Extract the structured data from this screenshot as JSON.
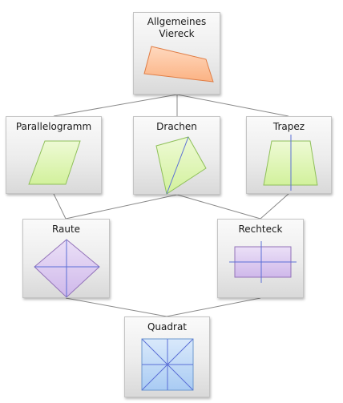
{
  "diagram": {
    "nodes": {
      "allgemeines_viereck": {
        "label_line1": "Allgemeines",
        "label_line2": "Viereck"
      },
      "parallelogramm": {
        "label": "Parallelogramm"
      },
      "drachen": {
        "label": "Drachen"
      },
      "trapez": {
        "label": "Trapez"
      },
      "raute": {
        "label": "Raute"
      },
      "rechteck": {
        "label": "Rechteck"
      },
      "quadrat": {
        "label": "Quadrat"
      }
    },
    "edges": [
      {
        "from": "allgemeines_viereck",
        "to": "parallelogramm"
      },
      {
        "from": "allgemeines_viereck",
        "to": "drachen"
      },
      {
        "from": "allgemeines_viereck",
        "to": "trapez"
      },
      {
        "from": "parallelogramm",
        "to": "raute"
      },
      {
        "from": "drachen",
        "to": "raute"
      },
      {
        "from": "trapez",
        "to": "rechteck"
      },
      {
        "from": "drachen",
        "to": "rechteck"
      },
      {
        "from": "raute",
        "to": "quadrat"
      },
      {
        "from": "rechteck",
        "to": "quadrat"
      }
    ],
    "colors": {
      "general_fill": "#fdc29a",
      "general_stroke": "#e07d45",
      "green_fill": "#dff7b5",
      "green_stroke": "#8fc05a",
      "purple_fill": "#dccbef",
      "purple_stroke": "#9272b8",
      "blue_fill": "#bfd9f7",
      "blue_stroke": "#6d98cf",
      "axis_line": "#5b6fd6",
      "connector": "#8a8a8a"
    }
  }
}
